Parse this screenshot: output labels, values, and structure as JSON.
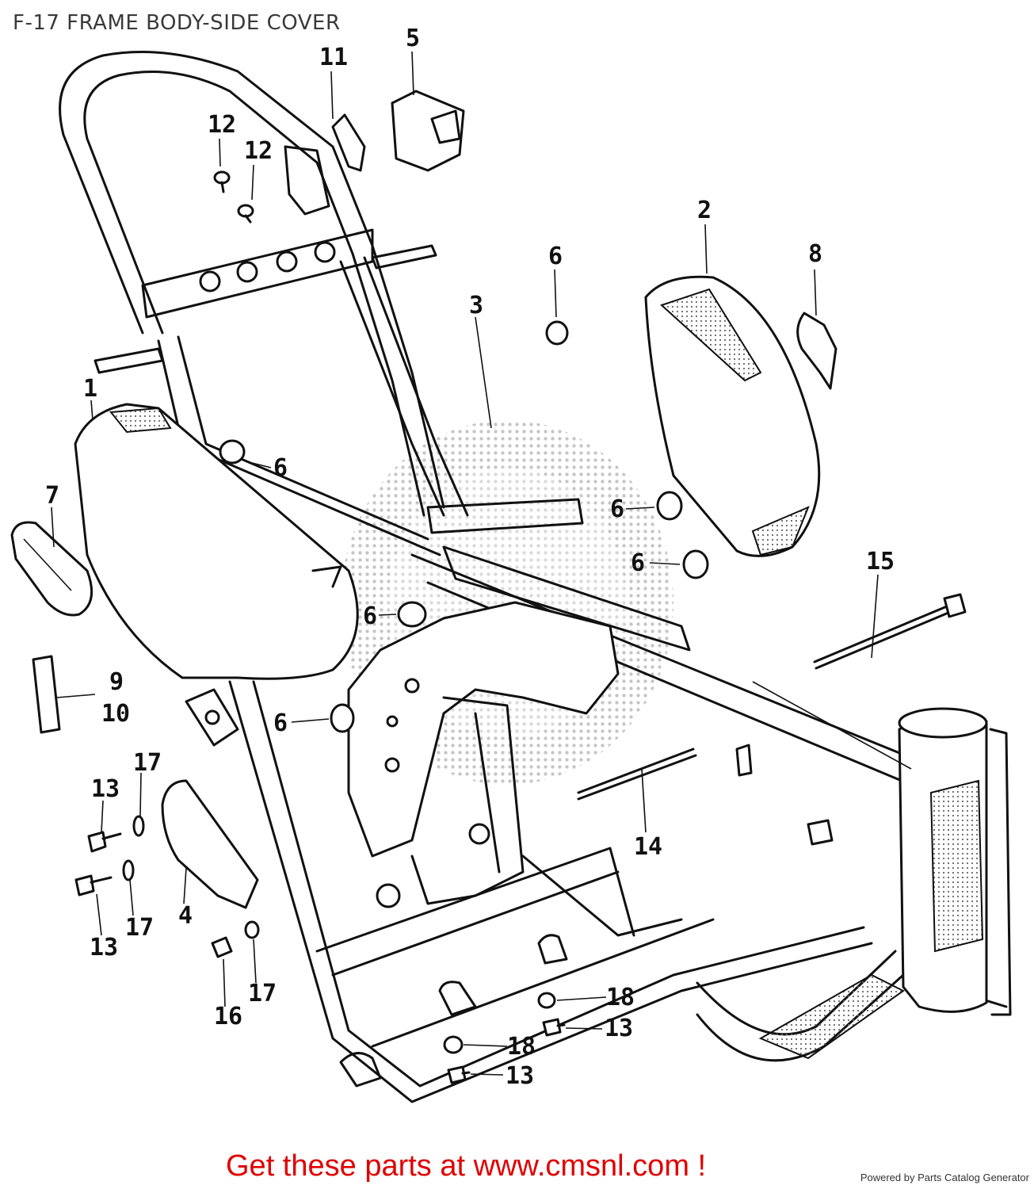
{
  "page": {
    "title": "F-17 FRAME BODY-SIDE COVER"
  },
  "callouts": [
    {
      "id": "c1",
      "label": "1"
    },
    {
      "id": "c2",
      "label": "2"
    },
    {
      "id": "c3",
      "label": "3"
    },
    {
      "id": "c4",
      "label": "4"
    },
    {
      "id": "c5",
      "label": "5"
    },
    {
      "id": "c6a",
      "label": "6"
    },
    {
      "id": "c6b",
      "label": "6"
    },
    {
      "id": "c6c",
      "label": "6"
    },
    {
      "id": "c6d",
      "label": "6"
    },
    {
      "id": "c6e",
      "label": "6"
    },
    {
      "id": "c6f",
      "label": "6"
    },
    {
      "id": "c7",
      "label": "7"
    },
    {
      "id": "c8",
      "label": "8"
    },
    {
      "id": "c9",
      "label": "9"
    },
    {
      "id": "c10",
      "label": "10"
    },
    {
      "id": "c11",
      "label": "11"
    },
    {
      "id": "c12a",
      "label": "12"
    },
    {
      "id": "c12b",
      "label": "12"
    },
    {
      "id": "c13a",
      "label": "13"
    },
    {
      "id": "c13b",
      "label": "13"
    },
    {
      "id": "c13c",
      "label": "13"
    },
    {
      "id": "c13d",
      "label": "13"
    },
    {
      "id": "c14",
      "label": "14"
    },
    {
      "id": "c15",
      "label": "15"
    },
    {
      "id": "c16",
      "label": "16"
    },
    {
      "id": "c17a",
      "label": "17"
    },
    {
      "id": "c17b",
      "label": "17"
    },
    {
      "id": "c17c",
      "label": "17"
    },
    {
      "id": "c18a",
      "label": "18"
    },
    {
      "id": "c18b",
      "label": "18"
    }
  ],
  "footer": {
    "cta": "Get these parts at www.cmsnl.com !",
    "powered": "Powered by Parts Catalog Generator"
  }
}
